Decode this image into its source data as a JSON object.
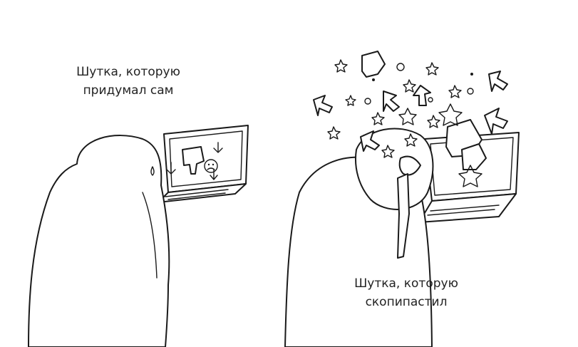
{
  "captions": {
    "left": {
      "line1": "Шутка, которую",
      "line2": "придумал сам"
    },
    "right": {
      "line1": "Шутка, которую",
      "line2": "скопипастил"
    }
  },
  "colors": {
    "ink": "#1a1a1a",
    "background": "#ffffff"
  },
  "icons": [
    "thumbs-down-icon",
    "sad-face-icon",
    "thumbs-up-icon",
    "star-icon",
    "arrow-icon",
    "smiley-icon"
  ]
}
